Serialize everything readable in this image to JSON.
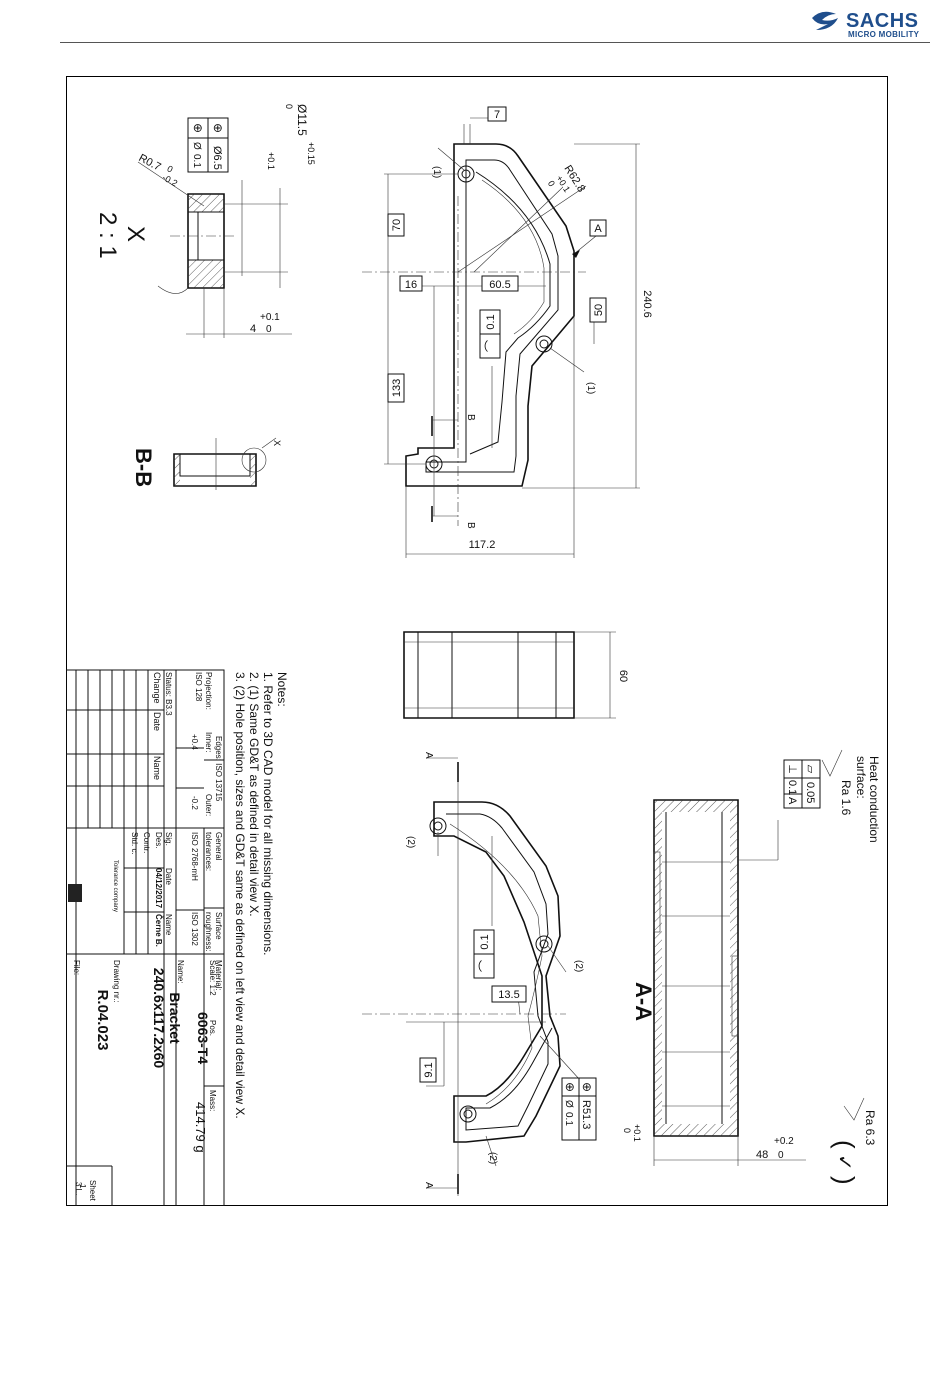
{
  "brand": {
    "name": "SACHS",
    "tagline": "MICRO MOBILITY",
    "color": "#1f4e8c"
  },
  "dimensions": {
    "d7": "7",
    "d70": "70",
    "d16": "16",
    "d60_5": "60.5",
    "d50": "50",
    "d133": "133",
    "d240_6": "240.6",
    "d117_2": "117.2",
    "d60": "60",
    "d13_5": "13.5",
    "d9_1": "9.1",
    "r62": "R62.8",
    "r62_tol": "+0.1\n0",
    "r51": "R51.3",
    "r51_tol_up": "+0.1",
    "r51_tol_lo": "0",
    "d48": "48",
    "d48_tol_up": "+0.2",
    "d48_tol_lo": "0",
    "d11_5": "Ø11.5",
    "d11_5_up": "+0.15",
    "d11_5_lo": "0",
    "d6_5": "Ø6.5",
    "d6_5_up": "+0.1",
    "d6_5_lo": "0",
    "r0_7": "R0.7",
    "r0_7_up": "0",
    "r0_7_lo": "-0.2",
    "d4": "4",
    "d4_up": "+0.1",
    "d4_lo": "0"
  },
  "labels": {
    "datum_a": "A",
    "section_bb": "B-B",
    "section_aa": "A-A",
    "detail_x": "X",
    "detail_scale": "2 : 1",
    "callout_1": "(1)",
    "callout_2": "(2)",
    "cut_b": "B",
    "cut_a": "A",
    "x_mark": "X"
  },
  "gdt": {
    "profile_tol": "0.1",
    "pos_symbol": "⊕",
    "dia_symbol": "Ø",
    "pos_tol": "0.1",
    "flat_tol": "0.05",
    "perp_tol": "0.1",
    "perp_datum": "A"
  },
  "surface": {
    "heat_title": "Heat conduction",
    "heat_sub": "surface:",
    "ra_heat": "Ra 1.6",
    "ra_general": "Ra 6.3",
    "paren_open": "(",
    "paren_check": "✓",
    "paren_close": ")"
  },
  "notes": {
    "title": "Notes:",
    "lines": [
      "1.   Refer to 3D CAD model for all missing dimensions.",
      "2.   (1) Same GD&T as defined in detail view X.",
      "3.   (2) Hole position, sizes and GD&T same as defined on left view and detail view X."
    ]
  },
  "title_block": {
    "projection_label": "Projection:",
    "projection_std": "ISO 128",
    "edges_label": "Edges: ISO 13715",
    "inner_label": "Inner:",
    "inner_val": "+0.4",
    "outer_label": "Outer:",
    "outer_val": "-0.2",
    "general_tol_label": "General",
    "general_tol_label2": "tolerances:",
    "general_tol_val": "ISO 2768-mH",
    "surface_label": "Surface",
    "surface_label2": "roughness:",
    "surface_val": "ISO 1302",
    "material_label": "Material:",
    "material_val": "6063-T4",
    "scale_label": "Scale: 1:2",
    "pos_label": "Pos.",
    "mass_label": "Mass:",
    "mass_val": "414.79 g",
    "status_label": "Status: B3.3",
    "rev_headers": [
      "Sig.",
      "Change",
      "Date",
      "Name"
    ],
    "des_label": "Des.",
    "des_date": "04/12/2017",
    "des_name": "Černe B.",
    "contr_label": "Contr.",
    "std_label": "Std. c.",
    "date_header": "Date",
    "name_header": "Name",
    "name_label": "Name:",
    "part_name": "Bracket",
    "part_dims": "240.6x117.2x60",
    "drawing_label": "Drawing nr.:",
    "drawing_nr": "R.04.023",
    "file_label": "File:",
    "sheet_label": "Sheet",
    "sheet_val": "1",
    "sheets_label": "3 L.",
    "company_small": "Tolerance company"
  }
}
